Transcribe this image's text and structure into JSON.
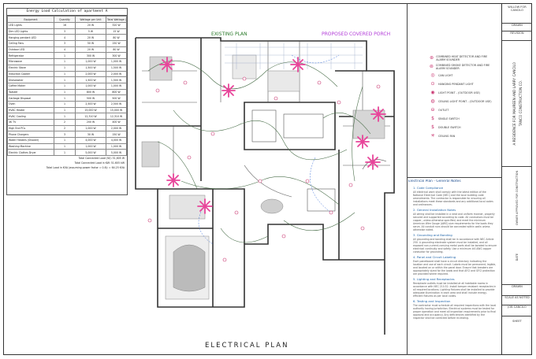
{
  "load_table": {
    "title": "Energy Load Calculation of apartment A",
    "headers": [
      "Equipment",
      "Quantity",
      "Wattage per Unit",
      "Total Wattage (W)"
    ],
    "rows": [
      [
        "LED Lights",
        "16",
        "20 W",
        "320 W"
      ],
      [
        "Dim LED Lights",
        "3",
        "5 W",
        "15 W"
      ],
      [
        "Hanging pendant LED",
        "4",
        "20 W",
        "80 W"
      ],
      [
        "Ceiling Fans",
        "3",
        "50 W",
        "150 W"
      ],
      [
        "Outdoor LED",
        "4",
        "20 W",
        "80 W"
      ],
      [
        "Refrigerator",
        "1",
        "300 W",
        "300 W"
      ],
      [
        "Microwave",
        "1",
        "1,000 W",
        "1,000 W"
      ],
      [
        "Electric Stove",
        "1",
        "1,500 W",
        "1,500 W"
      ],
      [
        "Induction Cooker",
        "1",
        "2,000 W",
        "2,000 W"
      ],
      [
        "Dishwasher",
        "1",
        "1,500 W",
        "1,500 W"
      ],
      [
        "Coffee Maker",
        "1",
        "1,000 W",
        "1,000 W"
      ],
      [
        "Toaster",
        "1",
        "800 W",
        "800 W"
      ],
      [
        "Garbage Disposal",
        "1",
        "500 W",
        "500 W"
      ],
      [
        "Oven",
        "1",
        "2,500 W",
        "2,500 W"
      ],
      [
        "HVAC Heater",
        "1",
        "15,000 W",
        "15,000 W"
      ],
      [
        "HVAC Cooling",
        "1",
        "12,310 W",
        "12,310 W"
      ],
      [
        "4K TV",
        "2",
        "200 W",
        "400 W"
      ],
      [
        "High End PCs",
        "2",
        "1,000 W",
        "2,000 W"
      ],
      [
        "Phone Chargers",
        "3",
        "30 W",
        "150 W"
      ],
      [
        "Water Heaters (Shower)",
        "1",
        "4,000 W",
        "4,000 W"
      ],
      [
        "Washing Machine",
        "1",
        "1,000 W",
        "1,000 W"
      ],
      [
        "Electric Clothes Dryer",
        "1",
        "5,000 W",
        "5,000 W"
      ]
    ],
    "total_connected": "Total Connected Load (W): 51,605 W",
    "total_kw": "Total Connected Load in KW: 51.605 kW",
    "total_kva": "Total Load in KVA (assuming power factor = 0.8): = 64.25 KVA"
  },
  "plan": {
    "existing_label": "EXISTING PLAN",
    "porch_label": "PROPOSED COVERED PORCH",
    "title": "ELECTRICAL  PLAN"
  },
  "legend": [
    {
      "symbol": "⊛",
      "label": "COMBINED HEAT DETECTOR AND FIRE ALARM SOUNDER"
    },
    {
      "symbol": "⊚",
      "label": "COMBINED SMOKE DETECTOR AND FIRE ALARM SOUNDER"
    },
    {
      "symbol": "◎",
      "label": "CAN LIGHT"
    },
    {
      "symbol": "⊙",
      "label": "HANGING PENDANT LIGHT"
    },
    {
      "symbol": "◉",
      "label": "LIGHT POINT - (OUTDOOR USE)"
    },
    {
      "symbol": "◍",
      "label": "CEILING LIGHT POINT - (OUTDOOR USE)"
    },
    {
      "symbol": "⊖",
      "label": "OUTLET"
    },
    {
      "symbol": "$",
      "label": "SINGLE SWITCH"
    },
    {
      "symbol": "$",
      "label": "DOUBLE SWITCH"
    },
    {
      "symbol": "✳",
      "label": "CEILING FAN"
    }
  ],
  "notes": {
    "heading": "Electrical Plan - General Notes",
    "sections": [
      {
        "title": "1.   Code Compliance",
        "text": "All electrical work shall comply with the latest edition of the National Electrical Code (NEC) and the local building code amendments. The contractor is responsible for ensuring all installations meet these standards and any additional local codes and ordinances."
      },
      {
        "title": "2.   General Installation Notes",
        "text": "All wiring shall be installed in a neat and uniform manner, properly secured and supported according to code. All conductors must be copper, unless otherwise specified, and meet the minimum American Wire Gauge (AWG) size requirements for the loads they serve. All conduit runs should be concealed within walls unless otherwise noted."
      },
      {
        "title": "3.   Grounding and Bonding",
        "text": "All grounding and bonding shall be in accordance with NEC Article 250. A grounding electrode system must be installed, and all exposed non-current-carrying metal parts shall be bonded to ensure electrical continuity and safety. Use a minimum #4 AWG copper conductor for grounding."
      },
      {
        "title": "4.   Panel and Circuit Labeling",
        "text": "Each panelboard shall have a circuit directory indicating the location and use of each circuit. Labels must be permanent, legible, and located on or within the panel door. Ensure that breakers are appropriately sized for the loads and that AFCI and GFCI protection are provided where required."
      },
      {
        "title": "5.   Lighting and Receptacles",
        "text": "Receptacle outlets must be installed at all habitable rooms in accordance with NEC 210.52. Install tamper resistant receptacles in all required locations. Lighting fixtures shall be installed to provide adequate illumination in each area and shall include energy-efficient fixtures as per local codes."
      },
      {
        "title": "6.   Testing and Inspection",
        "text": "The contractor must schedule all required inspections with the local authority having jurisdiction. Electrical systems must be tested for proper operation and meet all inspection requirements prior to final approval and occupancy. Any deficiencies identified by the inspector shall be corrected before re-testing."
      }
    ]
  },
  "titleblock": {
    "project": "WILLOW FOR CANCILO",
    "drawn": "DRAWN",
    "revision": "REVISION",
    "company": "A RESIDENCE FOR MAUREEN AND LARRY CANCILO",
    "company2": "TANCO CONSTRUCTION CO.",
    "stamp": "OWNER APPROVED FOR CONSTRUCTION",
    "date": "DATE",
    "drawn2": "DRAWN",
    "scale": "SCALE AS NOTED",
    "job": "JOB CANCILO",
    "sheet": "SHEET"
  },
  "colors": {
    "ink": "#333333",
    "wire": "#4b6f4b",
    "fan": "#e8459a",
    "accent": "#b23bd8",
    "blue": "#3b6fd8"
  }
}
